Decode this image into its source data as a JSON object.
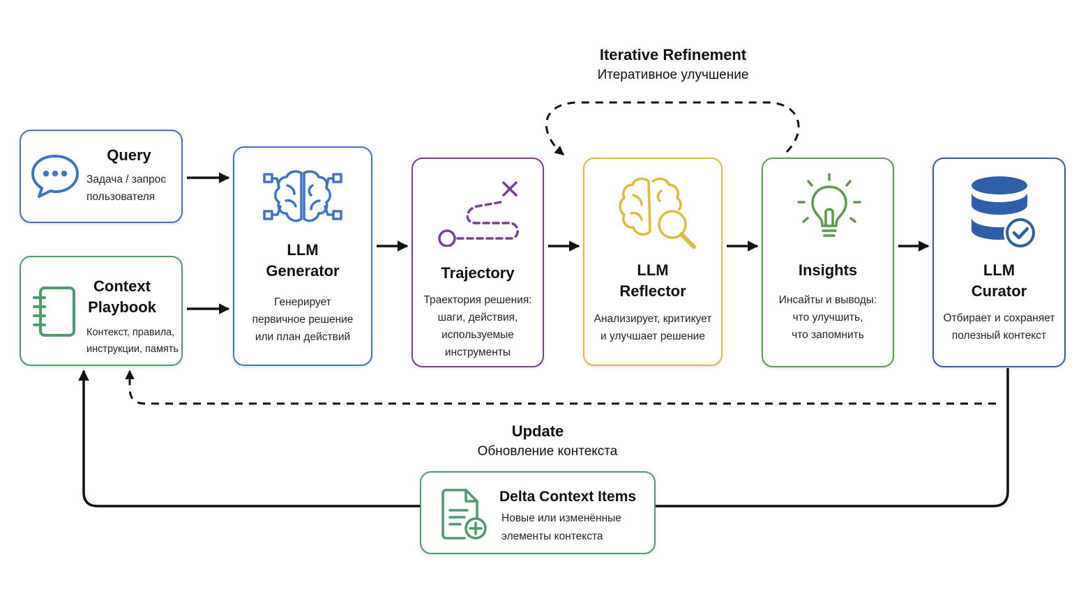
{
  "loop_label": {
    "title": "Iterative Refinement",
    "subtitle": "Итеративное улучшение"
  },
  "update_label": {
    "title": "Update",
    "subtitle": "Обновление контекста"
  },
  "nodes": {
    "query": {
      "title": "Query",
      "desc_1": "Задача / запрос",
      "desc_2": "пользователя",
      "icon": "chat-bubble-icon",
      "color": "#3e73c8"
    },
    "playbook": {
      "title_1": "Context",
      "title_2": "Playbook",
      "desc_1": "Контекст, правила,",
      "desc_2": "инструкции, память",
      "icon": "notebook-icon",
      "color": "#4f9a6a"
    },
    "generator": {
      "title_1": "LLM",
      "title_2": "Generator",
      "desc_1": "Генерирует",
      "desc_2": "первичное решение",
      "desc_3": "или план действий",
      "icon": "brain-circuit-icon",
      "color": "#3e73c8"
    },
    "trajectory": {
      "title": "Trajectory",
      "desc_1": "Траектория решения:",
      "desc_2": "шаги, действия,",
      "desc_3": "используемые",
      "desc_4": "инструменты",
      "icon": "route-icon",
      "color": "#7a3e9a"
    },
    "reflector": {
      "title_1": "LLM",
      "title_2": "Reflector",
      "desc_1": "Анализирует, критикует",
      "desc_2": "и улучшает решение",
      "icon": "brain-magnifier-icon",
      "color": "#e2b93b"
    },
    "insights": {
      "title": "Insights",
      "desc_1": "Инсайты и выводы:",
      "desc_2": "что улучшить,",
      "desc_3": "что запомнить",
      "icon": "lightbulb-icon",
      "color": "#5a9a4a"
    },
    "curator": {
      "title_1": "LLM",
      "title_2": "Curator",
      "desc_1": "Отбирает и сохраняет",
      "desc_2": "полезный контекст",
      "icon": "database-check-icon",
      "color": "#2f5fa8"
    },
    "delta": {
      "title": "Delta Context Items",
      "desc_1": "Новые или изменённые",
      "desc_2": "элементы контекста",
      "icon": "document-plus-icon",
      "color": "#4f9a6a"
    }
  },
  "edges": [
    {
      "from": "query",
      "to": "generator",
      "style": "solid"
    },
    {
      "from": "playbook",
      "to": "generator",
      "style": "solid"
    },
    {
      "from": "generator",
      "to": "trajectory",
      "style": "solid"
    },
    {
      "from": "trajectory",
      "to": "reflector",
      "style": "solid"
    },
    {
      "from": "reflector",
      "to": "insights",
      "style": "solid"
    },
    {
      "from": "insights",
      "to": "curator",
      "style": "solid"
    },
    {
      "from": "insights",
      "to": "reflector",
      "style": "dashed"
    },
    {
      "from": "curator",
      "to": "playbook",
      "style": "dashed"
    },
    {
      "from": "curator",
      "to": "delta",
      "style": "solid"
    },
    {
      "from": "delta",
      "to": "playbook",
      "style": "solid"
    }
  ]
}
